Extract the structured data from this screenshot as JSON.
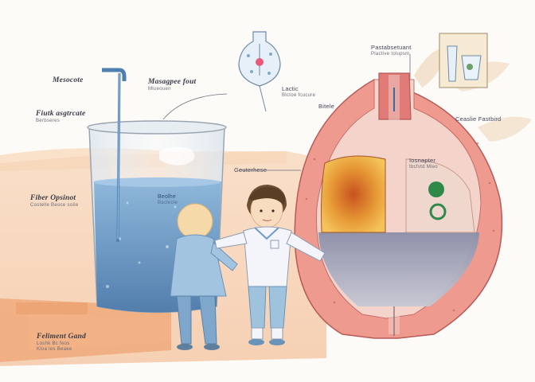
{
  "labels": {
    "tap_top": {
      "title": "Mesocote",
      "sub": ""
    },
    "top_center": {
      "title": "Masagpee fout",
      "sub": "Mlueouen"
    },
    "upper_left": {
      "title": "Fiutk asgtrcate",
      "sub": "Berbseres"
    },
    "bottle_label": {
      "title": "Lactic",
      "sub": "Blctoe fcucure"
    },
    "top_right": {
      "title": "Pastabsetuant",
      "sub": "Plactive tolupsm"
    },
    "right_small": {
      "title": "Bitele",
      "sub": ""
    },
    "far_right": {
      "title": "Ceaslie Fastbird",
      "sub": ""
    },
    "mid_small": {
      "title": "Geuterhese",
      "sub": ""
    },
    "water_label": {
      "title": "Beolhe",
      "sub": "Baclecle"
    },
    "left_mid": {
      "title": "Fiber Opsinot",
      "sub": "Costelle Beoce soile"
    },
    "inner_right": {
      "title": "Iosnapter",
      "sub": "Ibcfvtd Mleo"
    },
    "bottom_left": {
      "title": "Feliment Gand",
      "sub": "Loshk Bc feos"
    },
    "bottom_left_sub2": {
      "title": "",
      "sub": "Kloa les Beaee"
    }
  },
  "colors": {
    "water": "#6f9cc8",
    "water_dark": "#4d7fb0",
    "stomach_wall": "#e58a82",
    "stomach_inner": "#f6cfc7",
    "floor": "#f2b98e",
    "boy_shirt": "#f3f5fb",
    "boy_pants": "#9fc3dd",
    "child_shirt": "#a3c4e0"
  },
  "icons": [
    "water-tap-icon",
    "bottle-icon",
    "cup-icon",
    "bacteria-icon"
  ]
}
